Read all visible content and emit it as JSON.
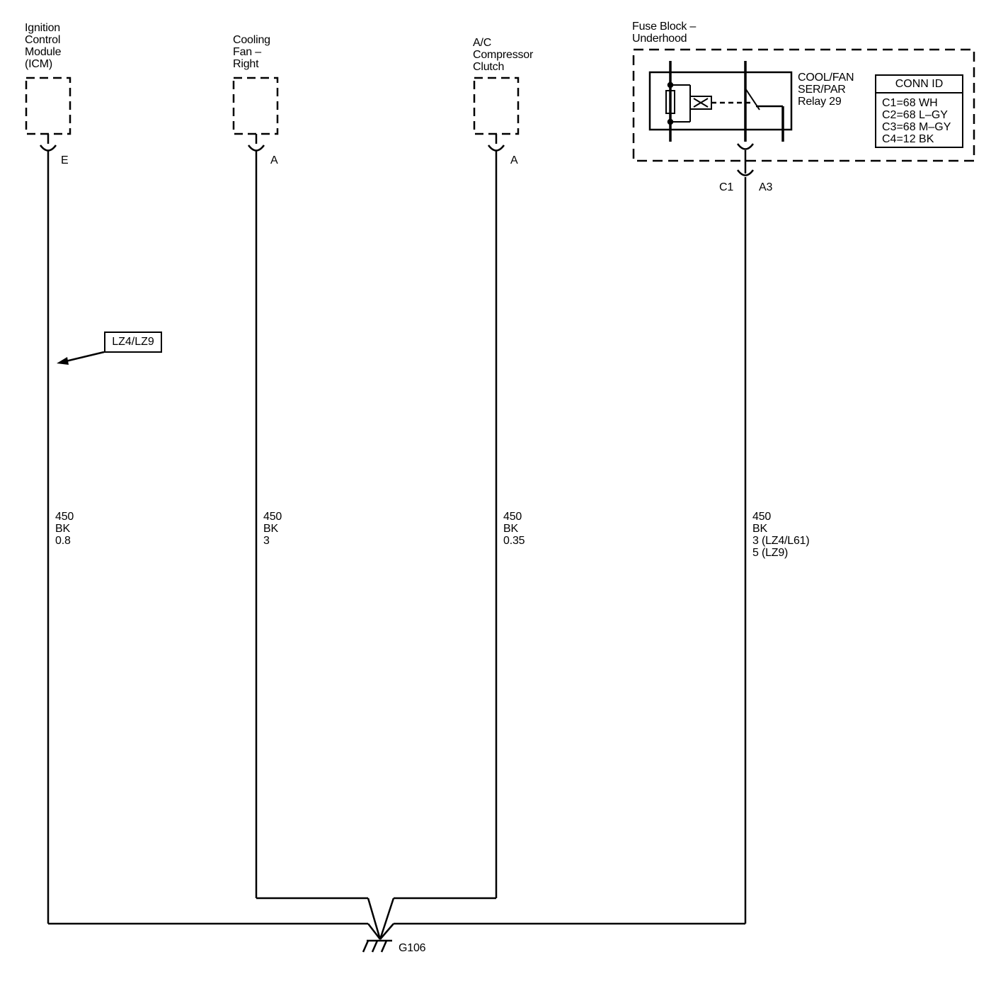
{
  "components": {
    "icm": {
      "lines": [
        "Ignition",
        "Control",
        "Module",
        "(ICM)"
      ],
      "pin": "E"
    },
    "fan": {
      "lines": [
        "Cooling",
        "Fan –",
        "Right"
      ],
      "pin": "A"
    },
    "ac": {
      "lines": [
        "A/C",
        "Compressor",
        "Clutch"
      ],
      "pin": "A"
    },
    "fuse_block": {
      "lines": [
        "Fuse Block –",
        "Underhood"
      ],
      "connector": "C1",
      "pin": "A3"
    },
    "relay": {
      "lines": [
        "COOL/FAN",
        "SER/PAR",
        "Relay 29"
      ]
    }
  },
  "conn_id": {
    "title": "CONN ID",
    "items": [
      "C1=68 WH",
      "C2=68 L–GY",
      "C3=68 M–GY",
      "C4=12 BK"
    ]
  },
  "option_label": "LZ4/LZ9",
  "wires": [
    {
      "circuit": "450",
      "color": "BK",
      "size": [
        "0.8"
      ]
    },
    {
      "circuit": "450",
      "color": "BK",
      "size": [
        "3"
      ]
    },
    {
      "circuit": "450",
      "color": "BK",
      "size": [
        "0.35"
      ]
    },
    {
      "circuit": "450",
      "color": "BK",
      "size": [
        "3 (LZ4/L61)",
        "5 (LZ9)"
      ]
    }
  ],
  "ground": "G106"
}
